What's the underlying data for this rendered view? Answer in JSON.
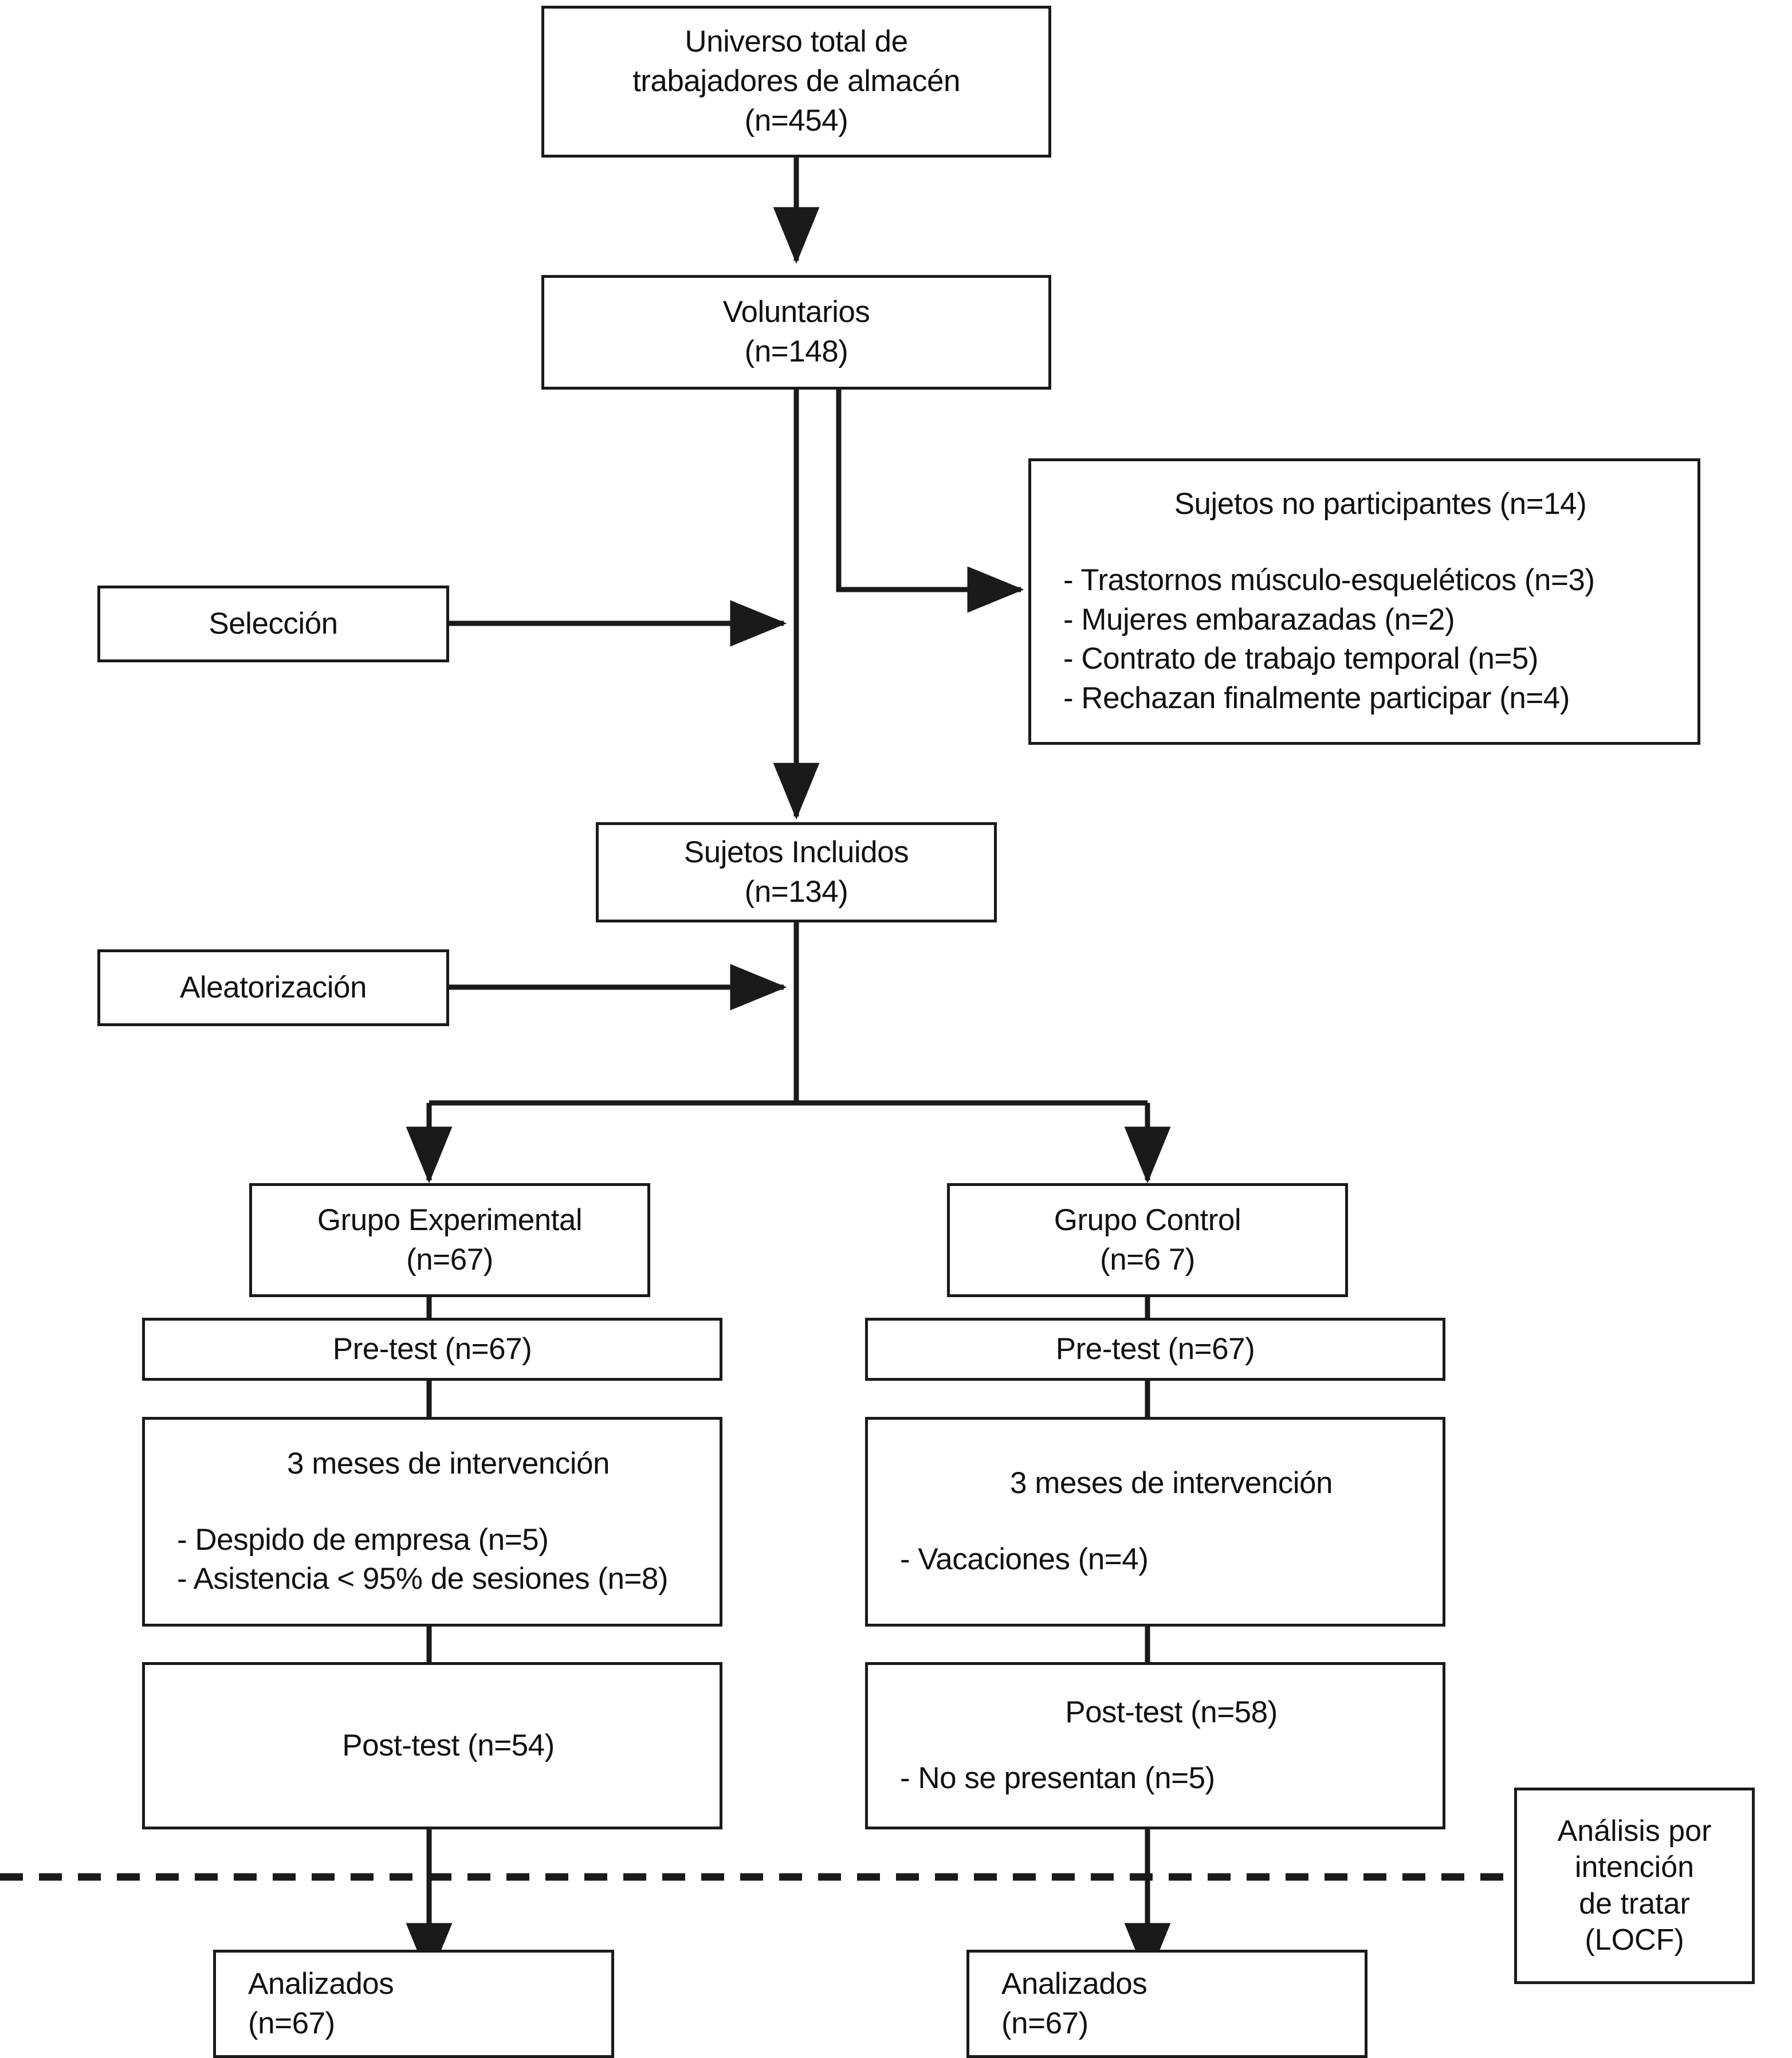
{
  "diagram": {
    "type": "consort-flow-diagram",
    "language": "es",
    "stroke_color": "#1a1a1a",
    "background_color": "#ffffff",
    "nodes": {
      "universo": {
        "lines": [
          "Universo total de",
          "trabajadores de almacén",
          "(n=454)"
        ]
      },
      "voluntarios": {
        "lines": [
          "Voluntarios",
          "(n=148)"
        ]
      },
      "no_participantes": {
        "title": "Sujetos no participantes (n=14)",
        "items": [
          "- Trastornos músculo-esqueléticos (n=3)",
          "- Mujeres embarazadas (n=2)",
          "- Contrato de trabajo temporal (n=5)",
          "- Rechazan finalmente participar (n=4)"
        ]
      },
      "seleccion": {
        "label": "Selección"
      },
      "sujetos_incluidos": {
        "lines": [
          "Sujetos Incluidos",
          "(n=134)"
        ]
      },
      "aleatorizacion": {
        "label": "Aleatorización"
      },
      "grupo_experimental": {
        "lines": [
          "Grupo Experimental",
          "(n=67)"
        ]
      },
      "grupo_control": {
        "lines": [
          "Grupo Control",
          "(n=6 7)"
        ]
      },
      "pretest_experimental": {
        "label": "Pre-test (n=67)"
      },
      "pretest_control": {
        "label": "Pre-test (n=67)"
      },
      "intervencion_experimental": {
        "title": "3 meses de intervención",
        "items": [
          "- Despido de empresa (n=5)",
          "- Asistencia < 95% de sesiones (n=8)"
        ]
      },
      "intervencion_control": {
        "title": "3 meses de intervención",
        "items": [
          "- Vacaciones (n=4)"
        ]
      },
      "postest_experimental": {
        "title": "Post-test (n=54)",
        "items": []
      },
      "postest_control": {
        "title": "Post-test (n=58)",
        "items": [
          "- No se presentan (n=5)"
        ]
      },
      "analisis_locf": {
        "lines": [
          "Análisis por",
          "intención",
          "de tratar",
          "(LOCF)"
        ]
      },
      "analizados_experimental": {
        "lines": [
          "Analizados",
          "(n=67)"
        ]
      },
      "analizados_control": {
        "lines": [
          "Analizados",
          "(n=67)"
        ]
      }
    },
    "separator": {
      "name": "intention-to-treat-dashed-line",
      "style": "dashed"
    }
  }
}
